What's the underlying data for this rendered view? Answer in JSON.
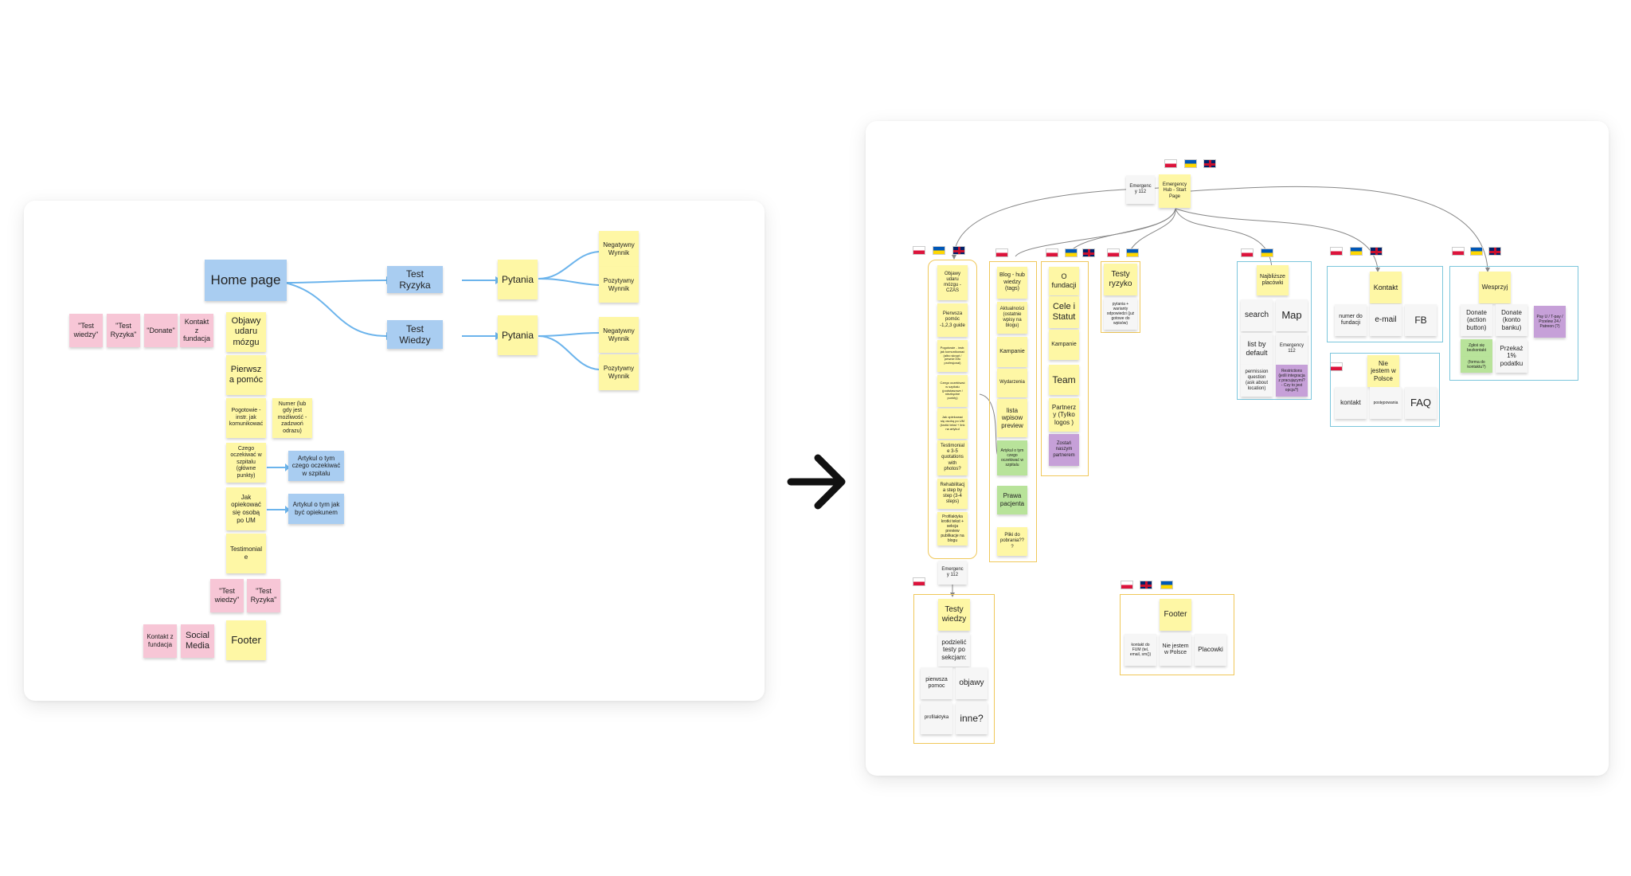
{
  "left": {
    "home": "Home page",
    "test_ryzyka": "Test Ryzyka",
    "test_wiedzy": "Test Wiedzy",
    "pytania1": "Pytania",
    "pytania2": "Pytania",
    "neg1": "Negatywny Wynnik",
    "poz1": "Pozytywny Wynnik",
    "neg2": "Negatywny Wynnik",
    "poz2": "Pozytywny Wynnik",
    "pink_test_wiedzy": "\"Test wiedzy\"",
    "pink_test_ryzyka": "\"Test Ryzyka\"",
    "pink_donate": "\"Donate\"",
    "pink_kontakt": "Kontakt z fundacja",
    "objawy": "Objawy udaru mózgu",
    "pierwsza": "Pierwsza pomóc",
    "pogotowie": "Pogotowie - instr. jak komunikować",
    "numer": "Numer (lub gdy jest możliwość - zadzwoń odrazu)",
    "czego": "Czego oczekiwać w szpitalu (główne punkty)",
    "artykul1": "Artykul o tym czego oczekiwać w szpitalu",
    "jak": "Jak opiekować się osobą po UM",
    "artykul2": "Artykul o tym jak być opiekunem",
    "testimoniale": "Testimoniale",
    "pink_test_wiedzy2": "\"Test wiedzy\"",
    "pink_test_ryzyka2": "\"Test Ryzyka\"",
    "kontakt2": "Kontakt z fundacja",
    "social": "Social Media",
    "footer": "Footer"
  },
  "right": {
    "emergency_top": "Emergency 112",
    "hub": "Emergency Hub - Start Page",
    "col1": [
      "Objawy udaru mózgu - CZAS",
      "Pierwsza pomóc -1,2,3 guide",
      "Pogotowie - instr. jak komunikować (albo skrypt / pewnie info profesjonal)",
      "Czego oczekiwać w szpitalu (podstawowe / niezbędne punkty)",
      "Jak opiekować się osobą po UM (krotki tekst + link na artykuł",
      "Testimoniale 3-5 quotations with photos?",
      "Rehabilitacja step by step (3-4 steps)",
      "Profilaktyka krotki tekst + sekcja preview publikacje na blogu"
    ],
    "emergency_bottom": "Emergency 112",
    "col2": [
      "Blog - hub wiedzy (tags)",
      "Aktualności (ostatnie wpisy na blogu)",
      "Kampanie",
      "Wydarzenia",
      "lista wpisow preview",
      "Artykul o tym czego oczekiwać w szpitalu",
      "Prawa pacjenta",
      "Pliki do pobrania???"
    ],
    "col3": [
      "O fundacji",
      "Cele i Statut",
      "Kampanie",
      "Team",
      "Partnerzy (Tylko logos )",
      "Zostań naszym partnerem"
    ],
    "testy_ryzyko": "Testy ryzyko",
    "testy_ryzyko_sub": "pytania + warianty odpowiedzi (już gotowe do wpisów)",
    "najblizsze": "Najbliższe placówki",
    "search": "search",
    "map": "Map",
    "list_default": "list by default",
    "emergency_n": "Emergency 112",
    "permission": "permission question (ask about location)",
    "restrictions": "Restrictions (jeśli integracja z pracującymi? - Czy to jest opcja?)",
    "kontakt": "Kontakt",
    "numer_fund": "numer do fundacji",
    "email": "e-mail",
    "fb": "FB",
    "nie_jestem": "Nie jestem w Polsce",
    "kontakt_sm": "kontakt",
    "postepowania": "postępowania",
    "faq": "FAQ",
    "wesprzyj": "Wesprzyj",
    "donate_action": "Donate (action button)",
    "donate_konto": "Donate (konto banku)",
    "pay": "Pay U / T-pay / Przelew 24 / Patreon (?)",
    "zglos": "Zgłoś się bezkontakt",
    "forma": "(forma do kontaktu?)",
    "przekaz": "Przekaż 1% podatku",
    "testy_wiedzy": "Testy wiedzy",
    "podzielic": "podzielić testy po sekcjam:",
    "pierwsza_pomoc": "pierwsza pomoc",
    "objawy": "objawy",
    "profilaktyka": "profilaktyka",
    "inne": "inne?",
    "footer": "Footer",
    "kontakt_fum": "kontakt do FUM (tel, email, sm())",
    "nie_jestem2": "Nie jestem w Polsce",
    "placowki": "Placowki"
  },
  "colors": {
    "yellow": "#fef7a5",
    "pink": "#f7c6d6",
    "blue": "#a9cdf1",
    "grey": "#f6f6f6",
    "green": "#b8e39a",
    "violet": "#c6a0d8",
    "connector": "#6cb4ec"
  },
  "icons": [
    "arrow-right-icon",
    "flag-pl-icon",
    "flag-ua-icon",
    "flag-gb-icon"
  ]
}
